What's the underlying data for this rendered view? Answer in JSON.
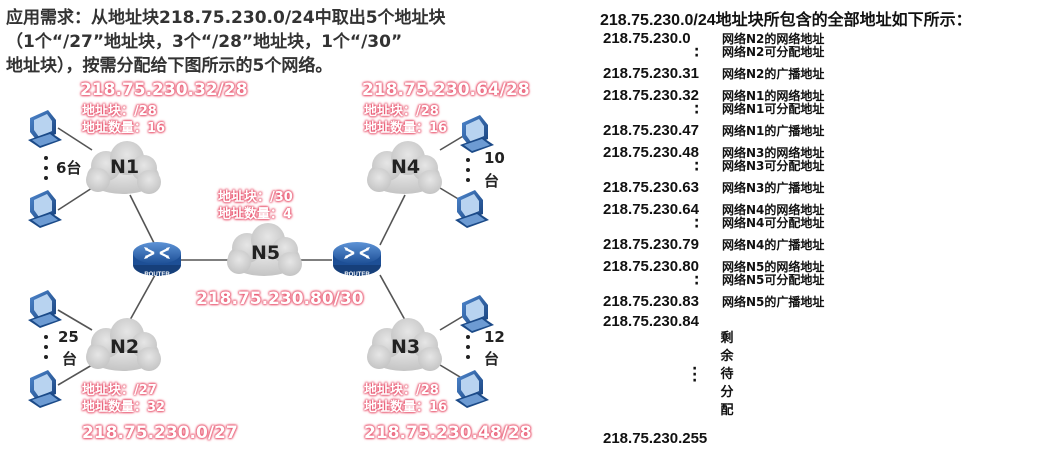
{
  "requirement": {
    "line1": "应用需求：从地址块218.75.230.0/24中取出5个地址块",
    "line2": "（1个“/27”地址块，3个“/28”地址块，1个“/30”",
    "line3": "地址块），按需分配给下图所示的5个网络。"
  },
  "networks": {
    "N1": {
      "name": "N1",
      "cidr": "218.75.230.32/28",
      "block": "地址块：/28",
      "count": "地址数量：16",
      "hosts": "6台"
    },
    "N2": {
      "name": "N2",
      "cidr": "218.75.230.0/27",
      "block": "地址块：/27",
      "count": "地址数量：32",
      "hosts_a": "25",
      "hosts_b": "台"
    },
    "N3": {
      "name": "N3",
      "cidr": "218.75.230.48/28",
      "block": "地址块：/28",
      "count": "地址数量：16",
      "hosts_a": "12",
      "hosts_b": "台"
    },
    "N4": {
      "name": "N4",
      "cidr": "218.75.230.64/28",
      "block": "地址块：/28",
      "count": "地址数量：16",
      "hosts_a": "10",
      "hosts_b": "台"
    },
    "N5": {
      "name": "N5",
      "cidr": "218.75.230.80/30",
      "block": "地址块：/30",
      "count": "地址数量：4"
    }
  },
  "router_label": "ROUTER",
  "right": {
    "title_a": "218.75.230.0/24",
    "title_b": "地址块所包含的全部地址如下所示：",
    "rows": [
      {
        "addr": "218.75.230.0",
        "d1": "网络N2的网络地址",
        "d2": "网络N2可分配地址"
      },
      {
        "addr": "218.75.230.31",
        "d1": "网络N2的广播地址"
      },
      {
        "addr": "218.75.230.32",
        "d1": "网络N1的网络地址",
        "d2": "网络N1可分配地址"
      },
      {
        "addr": "218.75.230.47",
        "d1": "网络N1的广播地址"
      },
      {
        "addr": "218.75.230.48",
        "d1": "网络N3的网络地址",
        "d2": "网络N3可分配地址"
      },
      {
        "addr": "218.75.230.63",
        "d1": "网络N3的广播地址"
      },
      {
        "addr": "218.75.230.64",
        "d1": "网络N4的网络地址",
        "d2": "网络N4可分配地址"
      },
      {
        "addr": "218.75.230.79",
        "d1": "网络N4的广播地址"
      },
      {
        "addr": "218.75.230.80",
        "d1": "网络N5的网络地址",
        "d2": "网络N5可分配地址"
      },
      {
        "addr": "218.75.230.83",
        "d1": "网络N5的广播地址"
      }
    ],
    "addr_84": "218.75.230.84",
    "remaining": [
      "剩",
      "余",
      "待",
      "分",
      "配"
    ],
    "addr_255": "218.75.230.255"
  },
  "colors": {
    "accent": "#e95a73",
    "cloud": "#d4d4d4",
    "router": "#2f6db5",
    "pc": "#1f5aa6"
  },
  "icons": {
    "cloud": "cloud-icon",
    "router": "router-icon",
    "computer": "computer-icon"
  }
}
